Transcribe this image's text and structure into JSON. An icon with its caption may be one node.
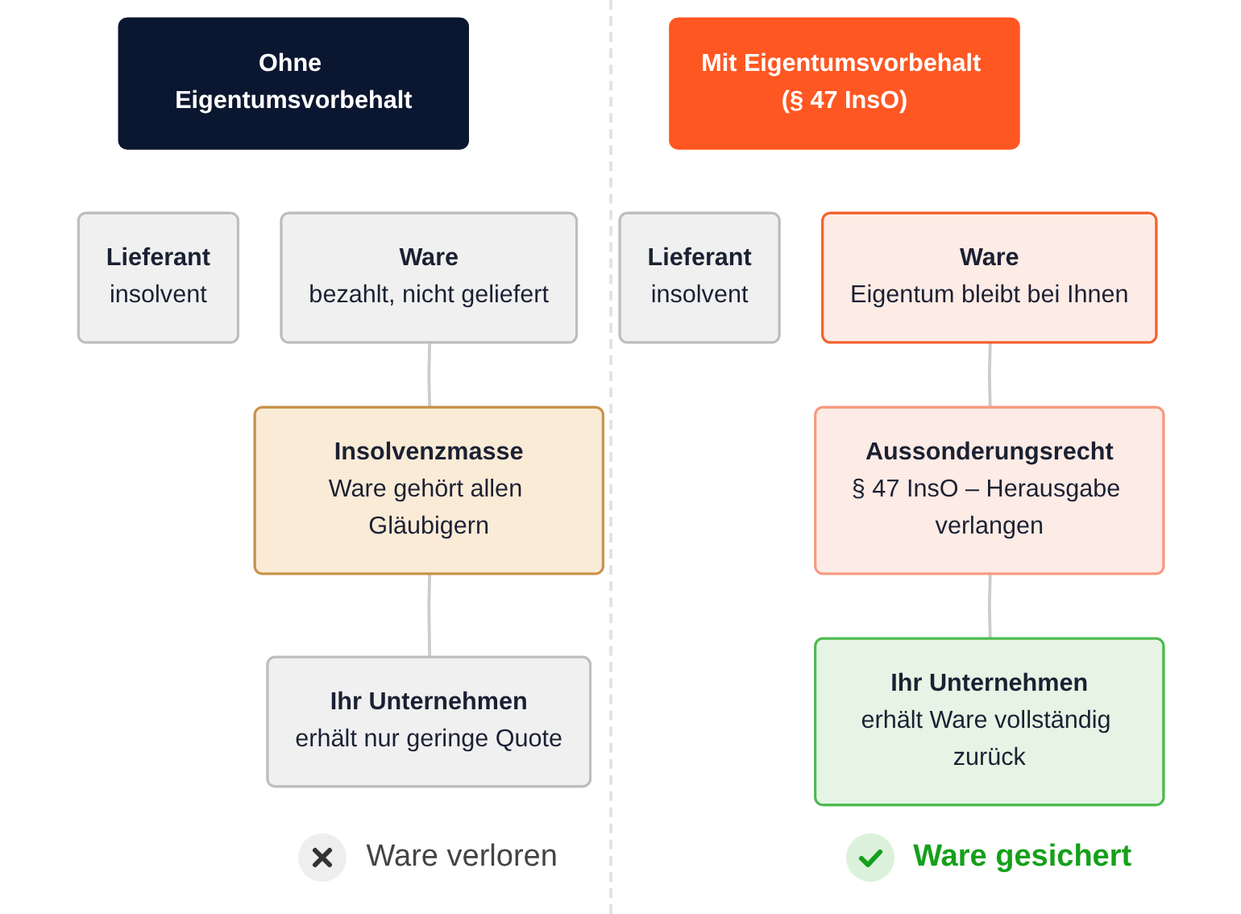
{
  "diagram": {
    "nodes": [
      {
        "text": [
          "Ohne Eigentumsvorbehalt"
        ]
      },
      {
        "text": [
          "Lieferant",
          "insolvent"
        ]
      },
      {
        "text": [
          "Ware",
          "bezahlt, nicht geliefert"
        ]
      },
      {
        "text": [
          "Insolvenzmasse",
          "Ware gehört allen Gläubigern"
        ]
      },
      {
        "text": [
          "Ihr Unternehmen",
          "erhält nur geringe Quote"
        ]
      },
      {
        "text": [
          "Mit Eigentumsvorbehalt (§ 47 InsO)"
        ]
      },
      {
        "text": [
          "Lieferant",
          "insolvent"
        ]
      },
      {
        "text": [
          "Ware",
          "Eigentum bleibt bei Ihnen"
        ]
      },
      {
        "text": [
          "Aussonderungsrecht",
          "§ 47 InsO – Herausgabe verlangen"
        ]
      },
      {
        "text": [
          "Ihr Unternehmen",
          "erhält Ware vollständig zurück"
        ]
      }
    ],
    "edges": [
      {
        "from": 2,
        "to": 3,
        "arrow": "none"
      },
      {
        "from": 3,
        "to": 4,
        "arrow": "none"
      },
      {
        "from": 7,
        "to": 8,
        "arrow": "none"
      },
      {
        "from": 8,
        "to": 9,
        "arrow": "none"
      }
    ],
    "labels": [
      "Ware verloren",
      "Ware gesichert"
    ]
  }
}
